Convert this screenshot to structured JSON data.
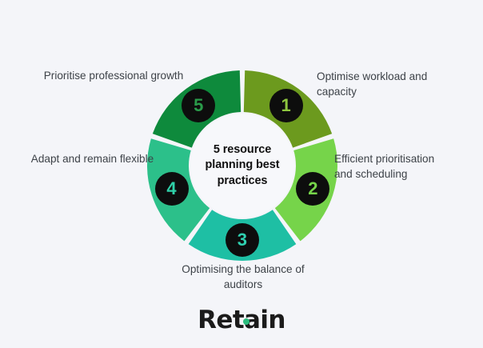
{
  "page": {
    "background_color": "#f4f5f9",
    "text_color": "#3d4248"
  },
  "donut": {
    "center_text": "5 resource planning best practices",
    "center_bg": "#f7f8fb",
    "badge_bg": "#0d0d0d",
    "segments": [
      {
        "number": "1",
        "label": "Optimise workload and capacity",
        "color": "#6c9a1e",
        "number_color": "#8ec63f",
        "start_angle": 0,
        "end_angle": 72
      },
      {
        "number": "2",
        "label": "Efficient prioritisation and scheduling",
        "color": "#76d44a",
        "number_color": "#76d44a",
        "start_angle": 72,
        "end_angle": 144
      },
      {
        "number": "3",
        "label": "Optimising the balance of auditors",
        "color": "#1ebfa4",
        "number_color": "#2fd0b0",
        "start_angle": 144,
        "end_angle": 216
      },
      {
        "number": "4",
        "label": "Adapt and remain flexible",
        "color": "#2cc08a",
        "number_color": "#2fd0a8",
        "start_angle": 216,
        "end_angle": 288
      },
      {
        "number": "5",
        "label": "Prioritise professional growth",
        "color": "#0e8a3c",
        "number_color": "#2a9b4a",
        "start_angle": 288,
        "end_angle": 360
      }
    ]
  },
  "logo": {
    "text": "Retain",
    "dot_color": "#2bbd7e"
  }
}
